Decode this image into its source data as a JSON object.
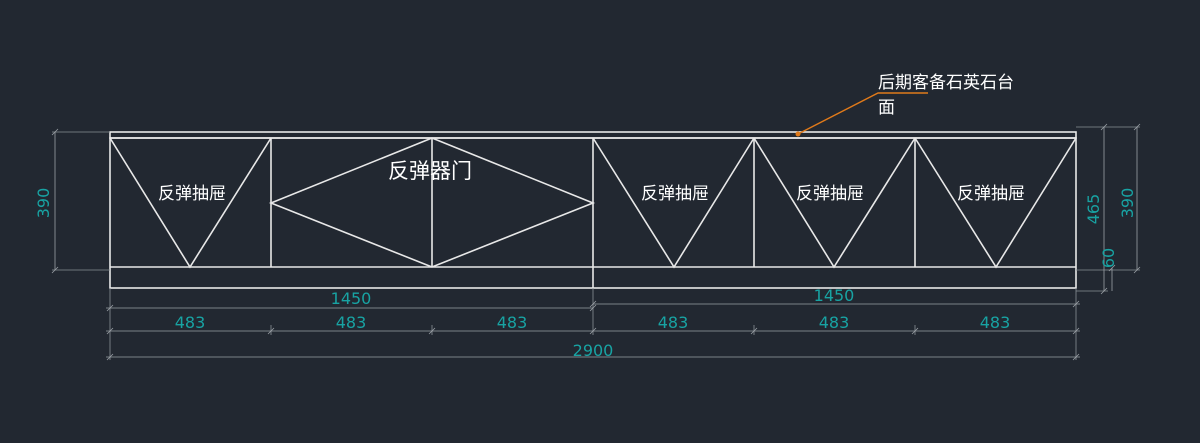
{
  "labels": {
    "drawer": "反弹抽屉",
    "door": "反弹器门",
    "note_line1": "后期客备石英石台",
    "note_line2": "面"
  },
  "dimensions": {
    "total_width": "2900",
    "half_left": "1450",
    "half_right": "1450",
    "module_width": "483",
    "left_height": "390",
    "right_body_height": "390",
    "right_total_height": "465",
    "plinth_height": "60"
  },
  "colors": {
    "background": "#222831",
    "outline": "#e8e8e8",
    "dimension_text": "#18a3a3",
    "leader": "#e07a1a"
  }
}
